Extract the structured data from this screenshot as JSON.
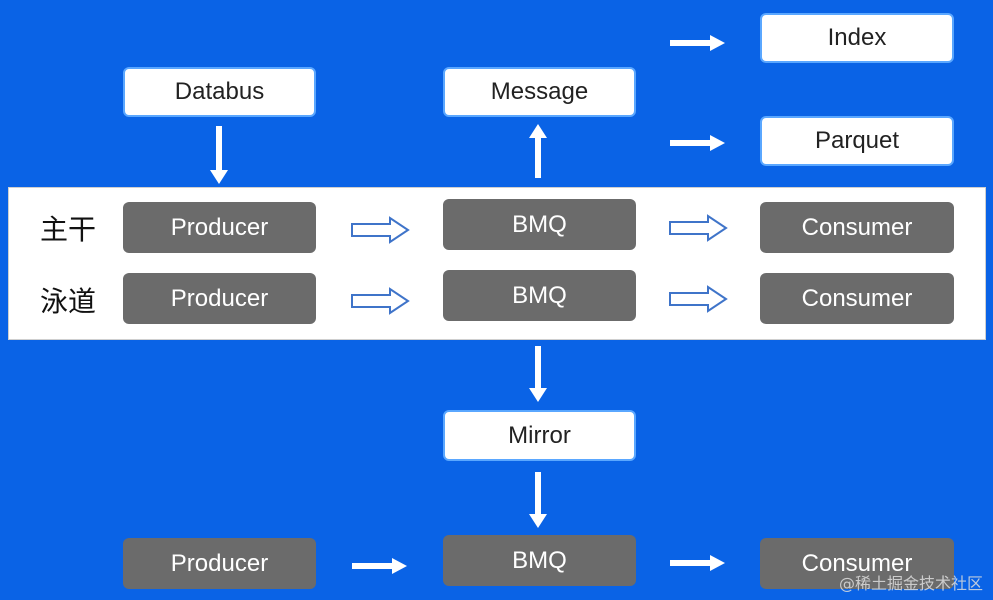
{
  "colors": {
    "background": "#0a63e6",
    "white_box": "#ffffff",
    "gray_box": "#6b6b6b",
    "band": "#ffffff"
  },
  "top": {
    "databus": "Databus",
    "message": "Message",
    "index": "Index",
    "parquet": "Parquet"
  },
  "lanes": {
    "main_label": "主干",
    "swim_label": "泳道",
    "main": {
      "producer": "Producer",
      "bmq": "BMQ",
      "consumer": "Consumer"
    },
    "swim": {
      "producer": "Producer",
      "bmq": "BMQ",
      "consumer": "Consumer"
    }
  },
  "mirror": "Mirror",
  "bottom": {
    "producer": "Producer",
    "bmq": "BMQ",
    "consumer": "Consumer"
  },
  "watermark": "@稀土掘金技术社区"
}
